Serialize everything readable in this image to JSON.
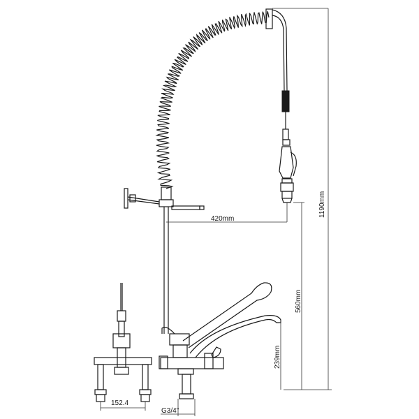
{
  "diagram": {
    "dimensions": {
      "overall_height": "1190mm",
      "arm_reach": "420mm",
      "spray_height": "560mm",
      "tap_height": "239mm",
      "wall_spacing": "152.4",
      "thread": "G3/4\""
    }
  }
}
